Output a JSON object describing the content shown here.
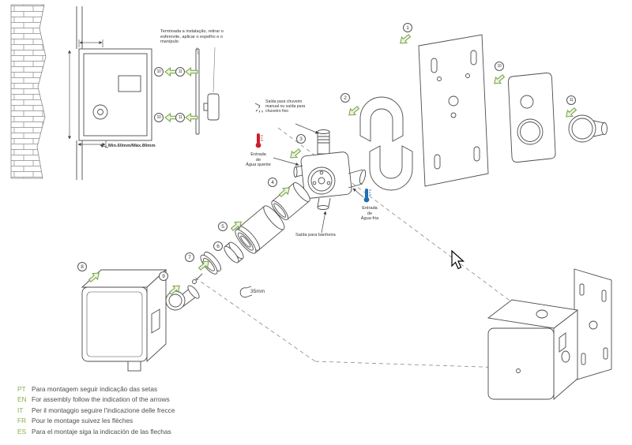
{
  "colors": {
    "accent_green": "#74a043",
    "arrow_fill": "#eaf3dd",
    "hot_red": "#cc2027",
    "cold_blue": "#1f6fb5",
    "line": "#4d4d4d"
  },
  "wall_detail": {
    "note": "Terminada a instalação, retirar o esferovite, aplicar o espelho e o manípulo",
    "depth_range": "Min.60mm/Máx.80mm"
  },
  "valve_labels": {
    "shower_outlet": "Saída para chuveiro manual ou saída para chuveiro fixo",
    "hot_inlet": {
      "l1": "Entrada",
      "l2": "de",
      "l3": "Água quente"
    },
    "cold_inlet": {
      "l1": "Entrada",
      "l2": "de",
      "l3": "Água fria"
    },
    "bath_outlet": "Saída para banheira",
    "wrench_size": "35mm"
  },
  "callouts": {
    "mounting_plate": "1",
    "bracket": "2",
    "valve_body": "3",
    "cartridge": "4",
    "sleeve": "5",
    "ring": "6",
    "trim_ring": "7",
    "foam_box": "8",
    "plug": "9",
    "cover_plate": "10",
    "handle": "11"
  },
  "instructions": [
    {
      "lang": "PT",
      "text": "Para montagem seguir indicação das setas"
    },
    {
      "lang": "EN",
      "text": "For assembly follow the indication of the arrows"
    },
    {
      "lang": "IT",
      "text": "Per il montaggio seguire l'indicazione delle frecce"
    },
    {
      "lang": "FR",
      "text": "Pour le montage suivez les flèches"
    },
    {
      "lang": "ES",
      "text": "Para el montaje siga la indicación de las flechas"
    }
  ]
}
